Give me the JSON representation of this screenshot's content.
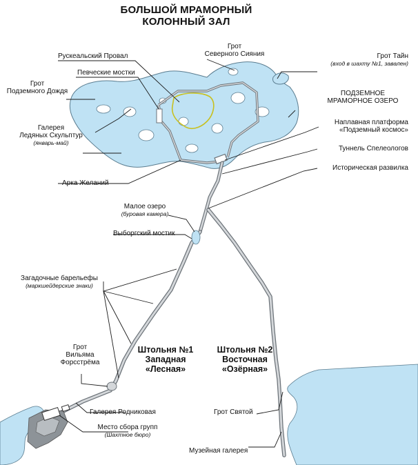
{
  "title": {
    "line1": "БОЛЬШОЙ МРАМОРНЫЙ",
    "line2": "КОЛОННЫЙ ЗАЛ"
  },
  "colors": {
    "water": "#bfe2f4",
    "water_edge": "#5a7c8f",
    "tunnel": "#6b7278",
    "tunnel_fill": "#d4d7da",
    "leader": "#1a1a1a",
    "ring": "#c8c020"
  },
  "labels": {
    "ruskeala": "Рускеальский Провал",
    "grot_north_1": "Грот",
    "grot_north_2": "Северного Сияния",
    "grot_tain": "Грот Тайн",
    "grot_tain_sub": "(вход в шахту №1, завален)",
    "singing": "Певческие мостки",
    "rain_1": "Грот",
    "rain_2": "Подземного Дождя",
    "lake_1": "ПОДЗЕМНОЕ",
    "lake_2": "МРАМОРНОЕ ОЗЕРО",
    "ice_1": "Галерея",
    "ice_2": "Ледяных Скульптур",
    "ice_sub": "(январь-май)",
    "platform_1": "Наплавная платформа",
    "platform_2": "«Подземный космос»",
    "speleo": "Туннель Спелеологов",
    "fork": "Историческая развилка",
    "arch": "Арка Желаний",
    "small_lake": "Малое озеро",
    "small_lake_sub": "(буровая камера)",
    "vyborg": "Выборгский мостик",
    "reliefs": "Загадочные барельефы",
    "reliefs_sub": "(маркшейдерские знаки)",
    "william_1": "Грот",
    "william_2": "Вильяма",
    "william_3": "Форсстрёма",
    "spring": "Галерея Родниковая",
    "meeting": "Место сбора групп",
    "meeting_sub": "(Шахтное бюро)",
    "holy": "Грот Святой",
    "museum": "Музейная галерея"
  },
  "shafts": {
    "west_1": "Штольня №1",
    "west_2": "Западная",
    "west_3": "«Лесная»",
    "east_1": "Штольня №2",
    "east_2": "Восточная",
    "east_3": "«Озёрная»"
  }
}
